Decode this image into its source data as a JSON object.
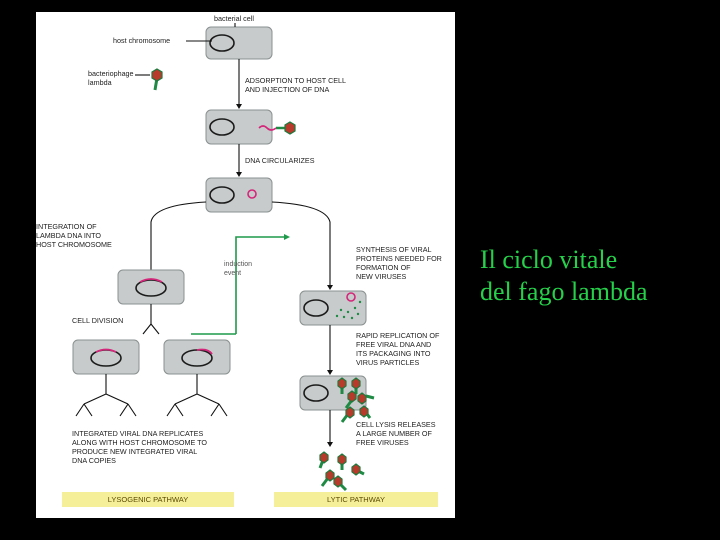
{
  "slide": {
    "title_line1": "Il ciclo vitale",
    "title_line2": "del fago lambda"
  },
  "labels": {
    "bacterial_cell": "bacterial cell",
    "host_chromosome": "host chromosome",
    "bacteriophage_1": "bacteriophage",
    "bacteriophage_2": "lambda",
    "adsorption_1": "ADSORPTION TO HOST CELL",
    "adsorption_2": "AND INJECTION OF DNA",
    "dna_circularizes": "DNA CIRCULARIZES",
    "integration_1": "INTEGRATION OF",
    "integration_2": "LAMBDA DNA INTO",
    "integration_3": "HOST CHROMOSOME",
    "induction_1": "induction",
    "induction_2": "event",
    "synthesis_1": "SYNTHESIS OF VIRAL",
    "synthesis_2": "PROTEINS NEEDED FOR",
    "synthesis_3": "FORMATION OF",
    "synthesis_4": "NEW VIRUSES",
    "cell_division": "CELL DIVISION",
    "rapid_1": "RAPID REPLICATION OF",
    "rapid_2": "FREE VIRAL DNA AND",
    "rapid_3": "ITS PACKAGING INTO",
    "rapid_4": "VIRUS PARTICLES",
    "integrated_1": "INTEGRATED VIRAL DNA REPLICATES",
    "integrated_2": "ALONG WITH HOST CHROMOSOME TO",
    "integrated_3": "PRODUCE NEW INTEGRATED VIRAL",
    "integrated_4": "DNA COPIES",
    "lysis_1": "CELL LYSIS RELEASES",
    "lysis_2": "A LARGE NUMBER OF",
    "lysis_3": "FREE VIRUSES",
    "lysogenic": "LYSOGENIC PATHWAY",
    "lytic": "LYTIC PATHWAY"
  },
  "colors": {
    "background": "#000000",
    "panel": "#ffffff",
    "title": "#26d04a",
    "cell_fill": "#c7cbcb",
    "viral_dna": "#d4267a",
    "phage_green": "#1e8a44",
    "phage_head": "#b83a2a",
    "pathway_bar": "#f6ef9a"
  }
}
